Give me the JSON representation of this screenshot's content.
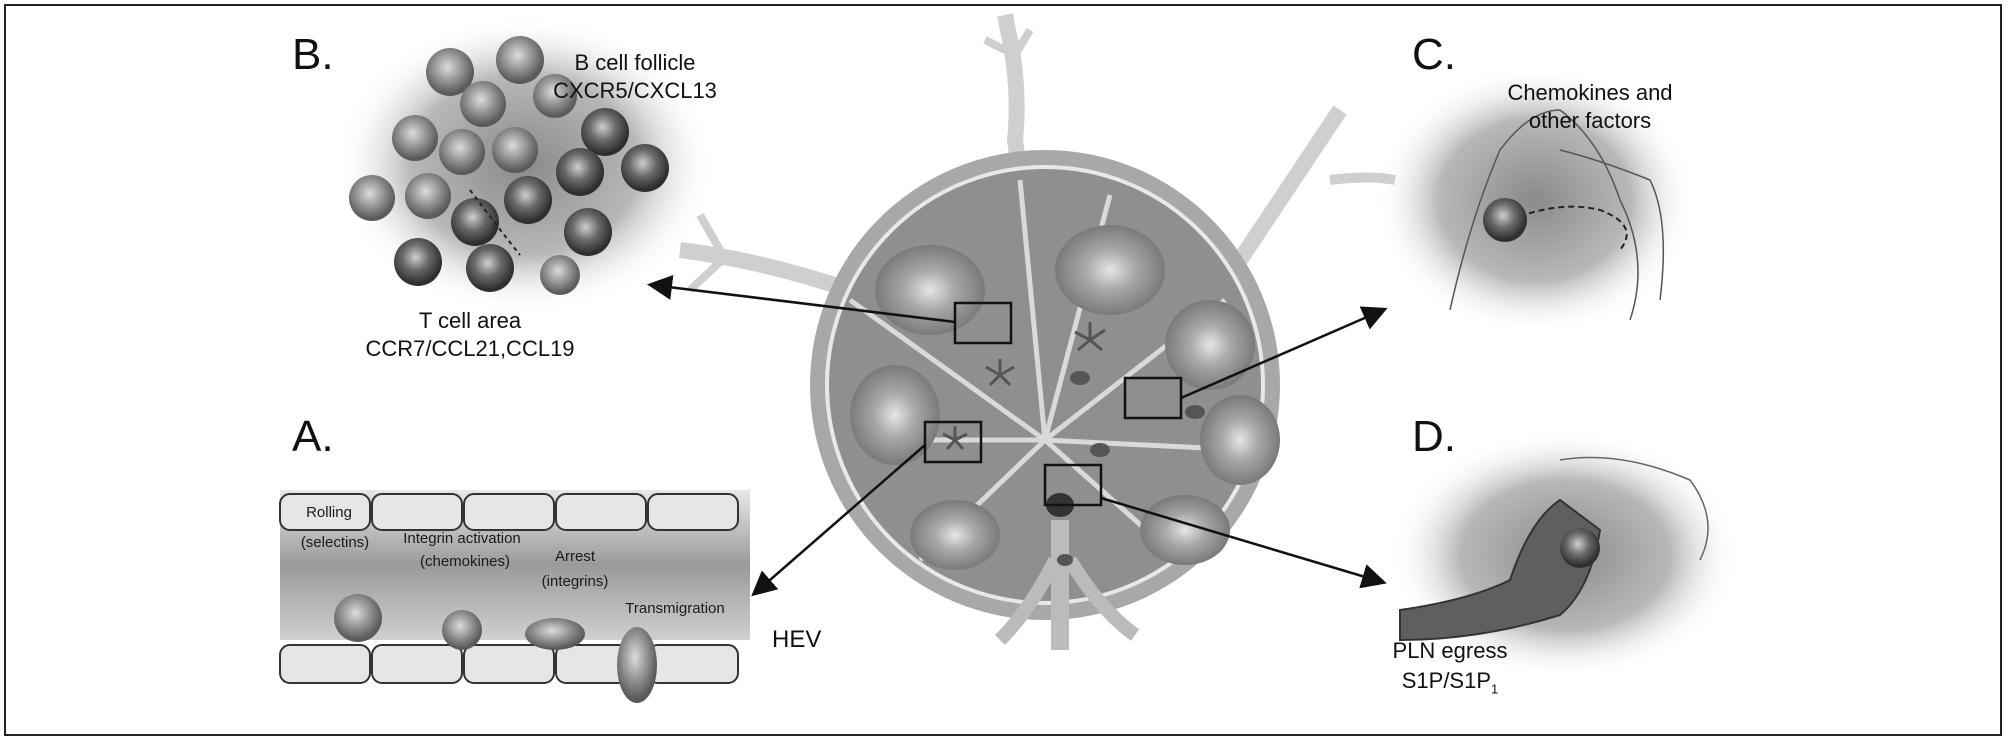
{
  "panels": {
    "a": "A.",
    "b": "B.",
    "c": "C.",
    "d": "D."
  },
  "panel_b": {
    "follicle_title": "B cell follicle",
    "follicle_receptor": "CXCR5/CXCL13",
    "tcell_title": "T cell area",
    "tcell_receptor": "CCR7/CCL21,CCL19"
  },
  "panel_c": {
    "line1": "Chemokines and",
    "line2": "other factors"
  },
  "panel_a": {
    "rolling": "Rolling",
    "selectins": "(selectins)",
    "integrin_activation": "Integrin activation",
    "chemokines": "(chemokines)",
    "arrest": "Arrest",
    "integrins": "(integrins)",
    "transmigration": "Transmigration",
    "hev": "HEV"
  },
  "panel_d": {
    "line1": "PLN egress",
    "line2": "S1P/S1P",
    "line2_sub": "1"
  }
}
